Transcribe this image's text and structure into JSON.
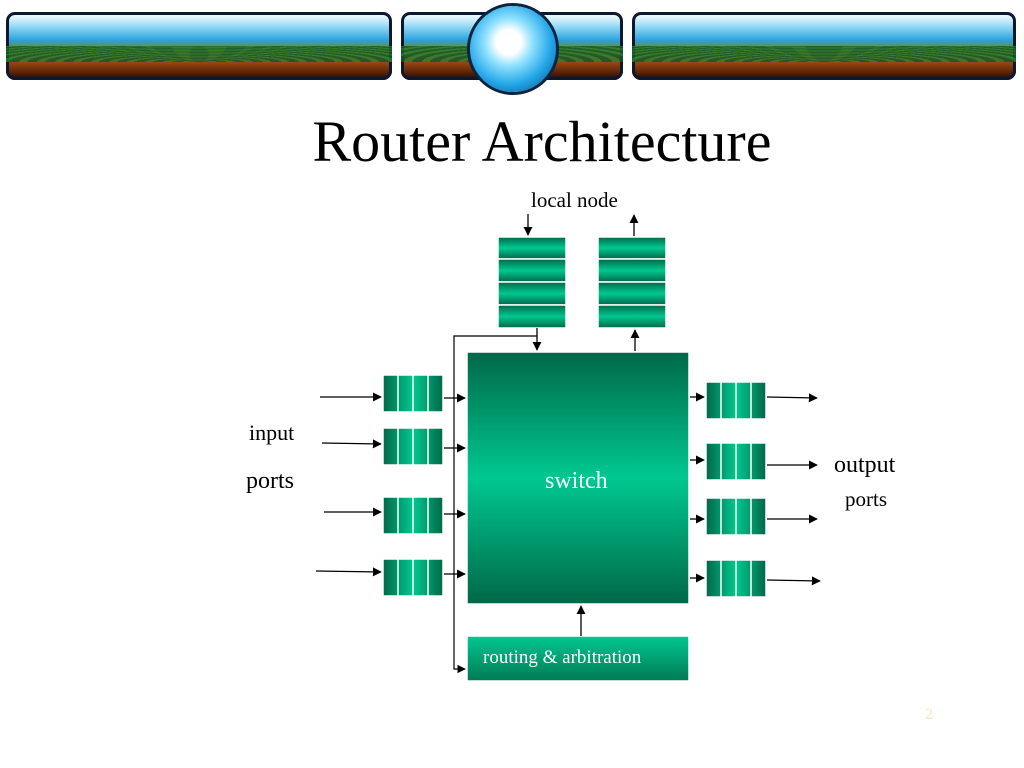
{
  "slide": {
    "title": "Router Architecture",
    "page_number": "2"
  },
  "diagram": {
    "local_node_label": "local node",
    "input_label_line1": "input",
    "input_label_line2": "ports",
    "output_label_line1": "output",
    "output_label_line2": "ports",
    "switch_label": "switch",
    "routing_label": "routing & arbitration"
  },
  "colors": {
    "teal_light": "#00c890",
    "teal_dark": "#006848",
    "line": "#000000",
    "page_number": "#f3e9b8"
  }
}
